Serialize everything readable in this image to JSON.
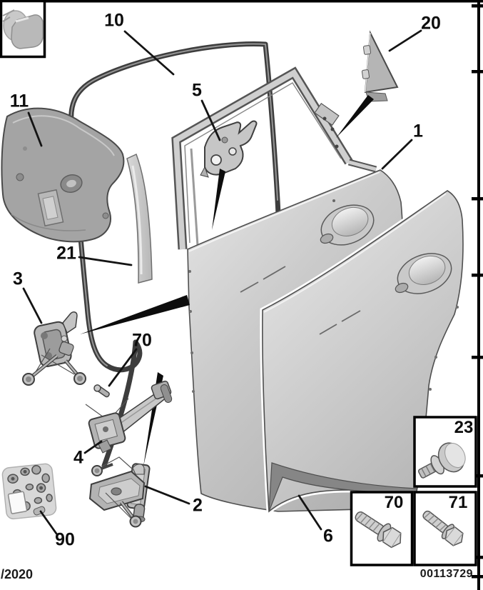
{
  "document": {
    "type": "exploded-parts-diagram-rear-door",
    "footer": {
      "edition": "/2020",
      "document_number": "00113729"
    },
    "callouts": [
      {
        "label": "10"
      },
      {
        "label": "5"
      },
      {
        "label": "20"
      },
      {
        "label": "1"
      },
      {
        "label": "11"
      },
      {
        "label": "21"
      },
      {
        "label": "3"
      },
      {
        "label": "70"
      },
      {
        "label": "4"
      },
      {
        "label": "2"
      },
      {
        "label": "90"
      },
      {
        "label": "6"
      }
    ],
    "inset_parts": [
      {
        "label": "23"
      },
      {
        "label": "70"
      },
      {
        "label": "71"
      }
    ],
    "colors": {
      "paper": "#ffffff",
      "ink": "#0d0d0d",
      "line_art": "#4a4a4a",
      "panel_fill": "#cccccc"
    }
  }
}
